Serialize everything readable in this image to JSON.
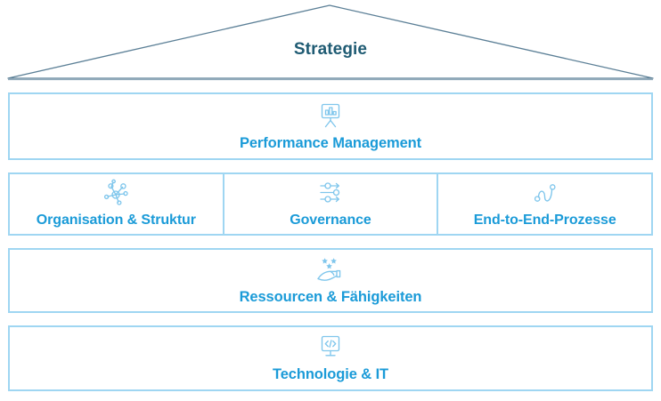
{
  "diagram": {
    "title": "Strategie",
    "roof": {
      "label": "Strategie",
      "outline_color": "#5b7f96",
      "label_color": "#1f5b73"
    },
    "colors": {
      "label": "#1b9bd8",
      "box_border": "#9fd6f2",
      "icon": "#7fc6ec",
      "roof_line": "#5b7f96",
      "background": "#ffffff"
    },
    "layers": [
      {
        "id": "performance-management",
        "cells": [
          {
            "label": "Performance Management",
            "icon": "presentation-chart-icon"
          }
        ]
      },
      {
        "id": "pillars",
        "cells": [
          {
            "label": "Organisation & Struktur",
            "icon": "network-nodes-icon"
          },
          {
            "label": "Governance",
            "icon": "sliders-settings-icon"
          },
          {
            "label": "End-to-End-Prozesse",
            "icon": "process-path-icon"
          }
        ]
      },
      {
        "id": "ressourcen-faehigkeiten",
        "cells": [
          {
            "label": "Ressourcen & Fähigkeiten",
            "icon": "hand-stars-icon"
          }
        ]
      },
      {
        "id": "technologie-it",
        "cells": [
          {
            "label": "Technologie & IT",
            "icon": "monitor-code-icon"
          }
        ]
      }
    ]
  }
}
